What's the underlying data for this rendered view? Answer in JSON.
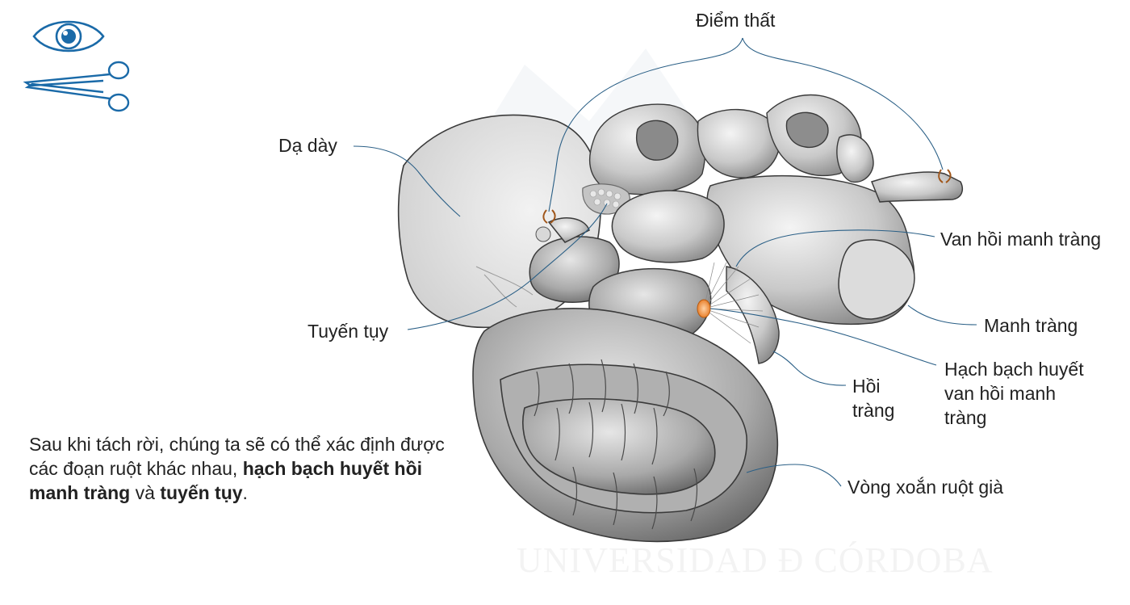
{
  "colors": {
    "leader": "#2a5f86",
    "icon": "#1a6aa8",
    "organ_fill": "#cfcfcf",
    "organ_stroke": "#3a3a3a",
    "node": "#f08a2c"
  },
  "icons": {
    "eye": "eye-icon",
    "scissors": "scissors-icon"
  },
  "labels": {
    "diem_that": "Điểm thất",
    "da_day": "Dạ dày",
    "tuyen_tuy": "Tuyến tụy",
    "van_hoi_manh_trang": "Van hồi manh tràng",
    "manh_trang": "Manh tràng",
    "hach": "Hạch bạch huyết van hồi manh tràng",
    "hoi_trang": "Hồi tràng",
    "vong_xoan": "Vòng xoắn ruột già"
  },
  "caption": {
    "part1": "Sau khi tách rời, chúng ta sẽ có thể xác định được các đoạn ruột khác nhau, ",
    "bold1": "hạch bạch huyết hồi manh tràng",
    "part2": " và ",
    "bold2": "tuyến tụy",
    "part3": "."
  },
  "watermark": "UNIVERSIDAD Ð CÓRDOBA"
}
